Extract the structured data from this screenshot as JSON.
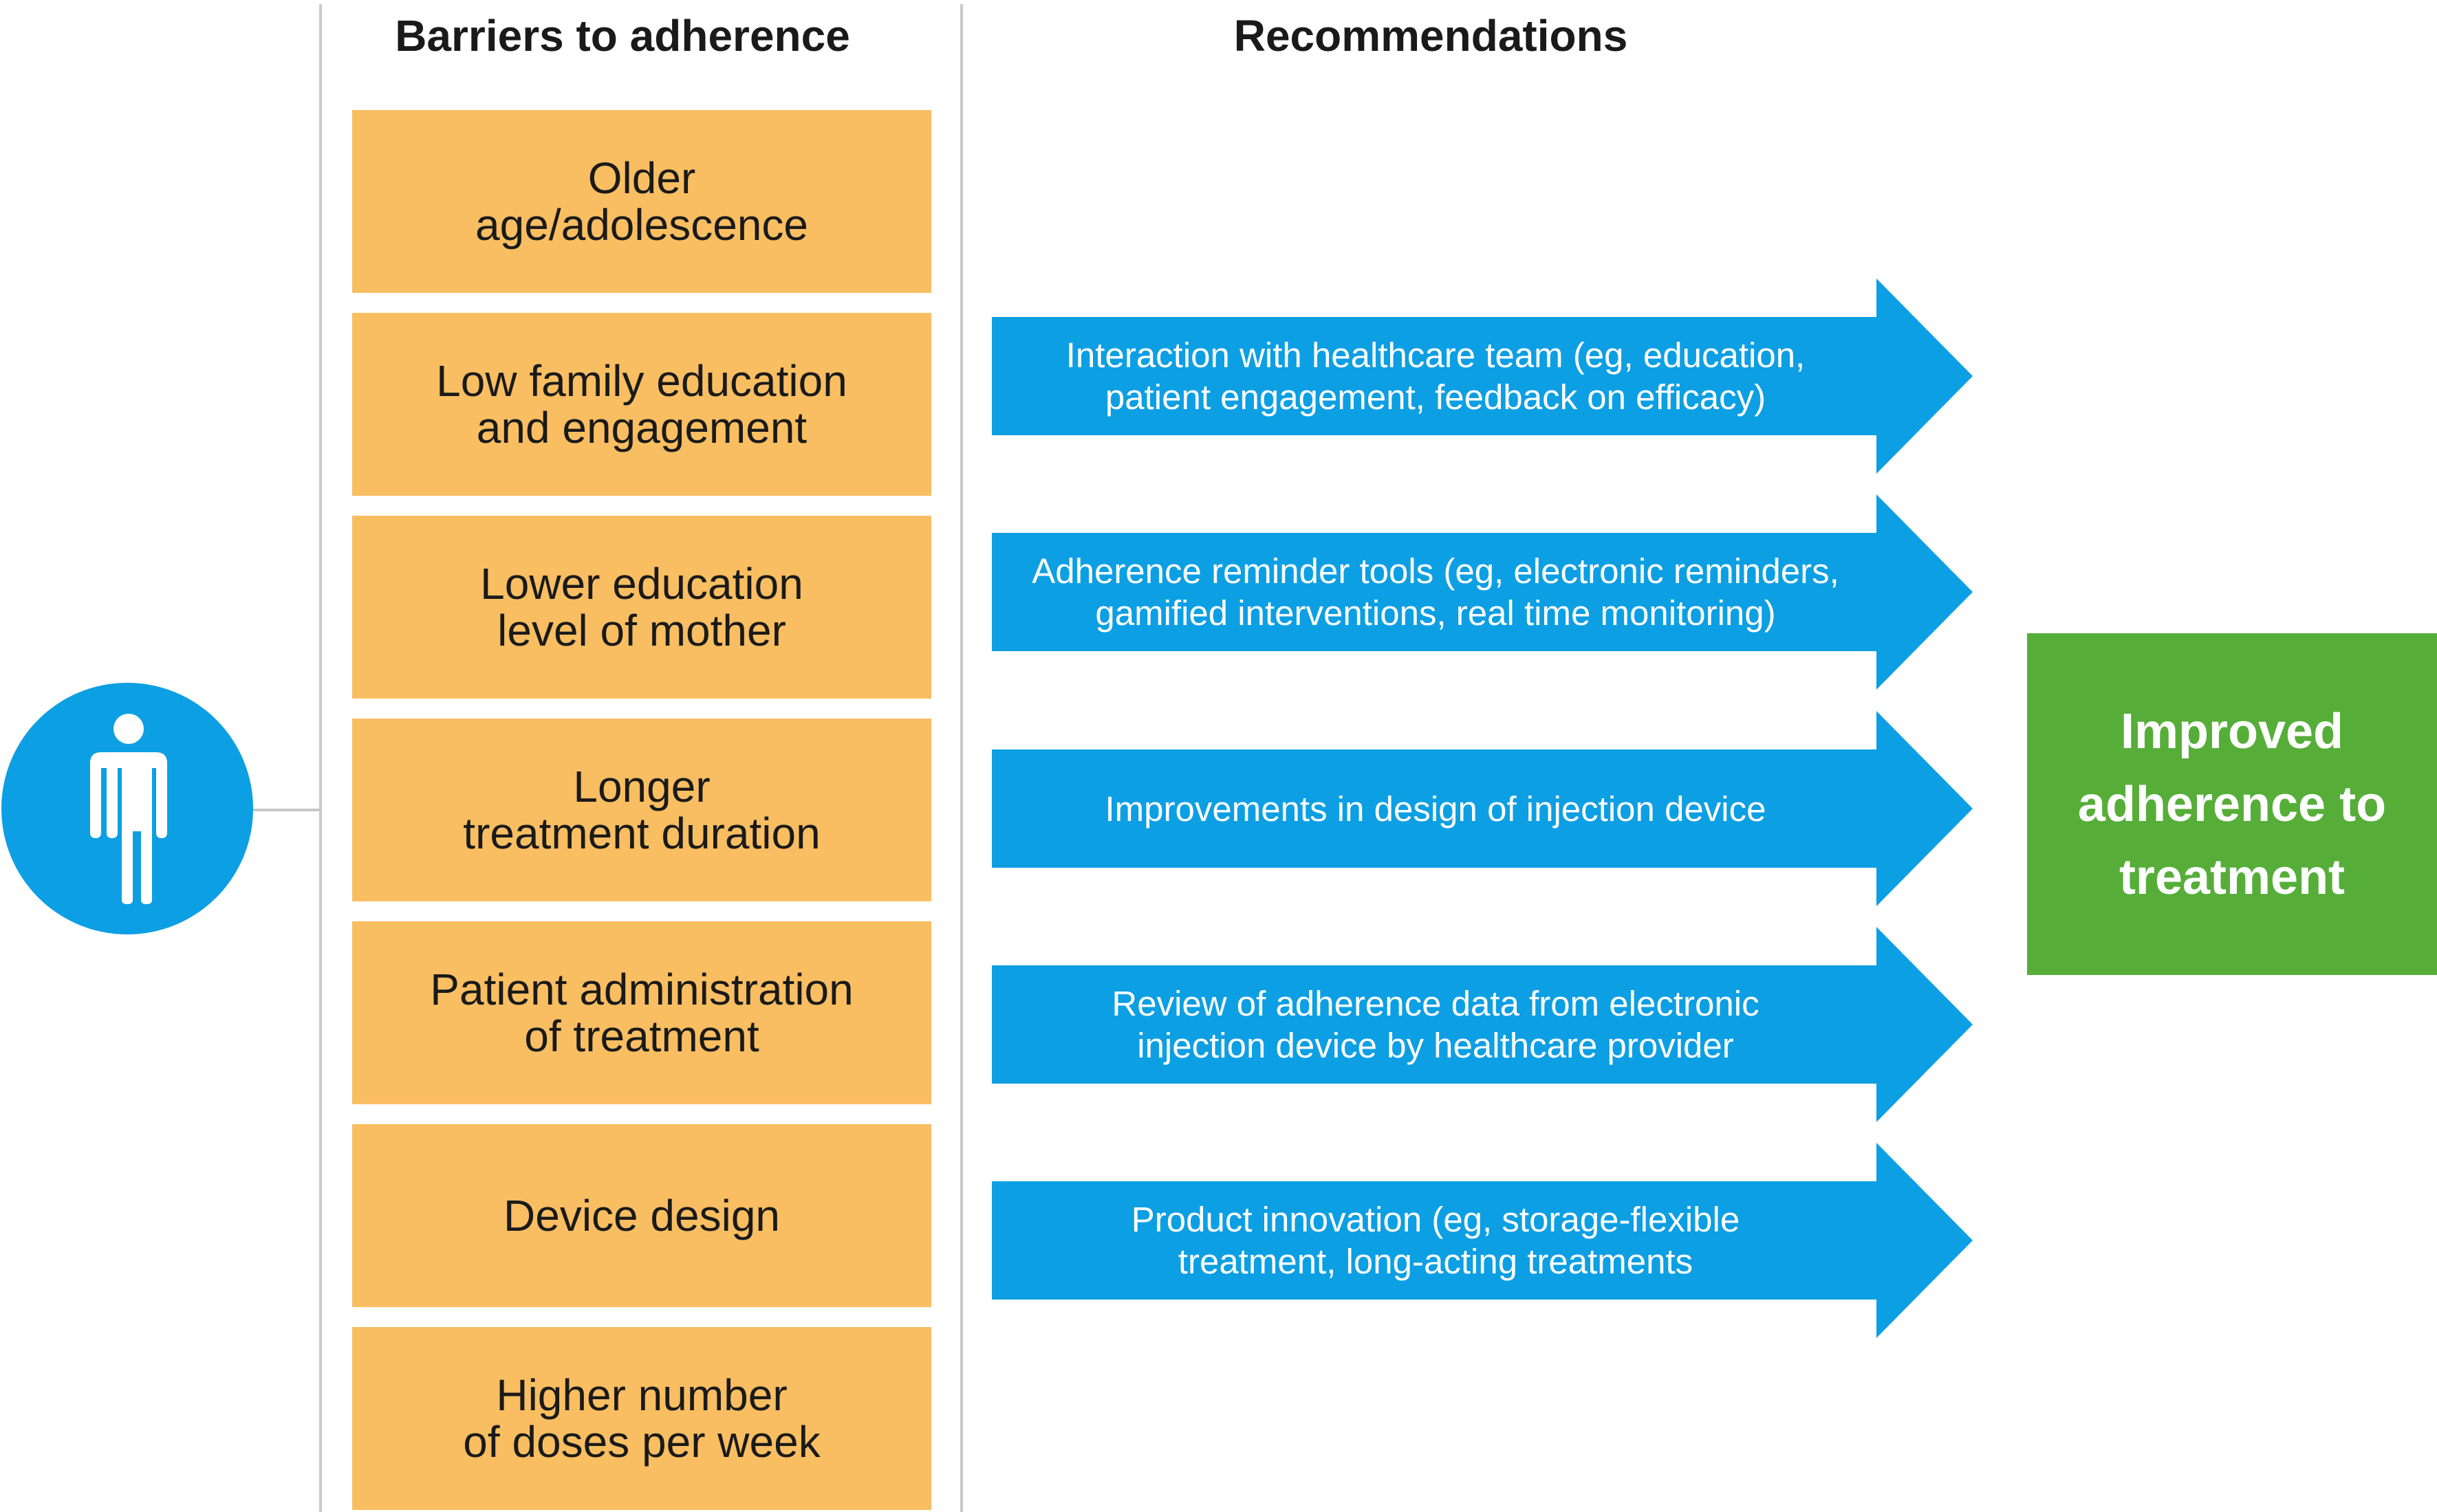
{
  "colors": {
    "barrier_fill": "#f8be61",
    "arrow_fill": "#0d9fe3",
    "outcome_fill": "#56ae39",
    "divider": "#c8c8c8"
  },
  "person": {
    "icon": "person-icon"
  },
  "headings": {
    "barriers": "Barriers to adherence",
    "recommendations": "Recommendations"
  },
  "barriers": [
    "Older\nage/adolescence",
    "Low family education\nand engagement",
    "Lower education\nlevel of mother",
    "Longer\ntreatment duration",
    "Patient administration\nof treatment",
    "Device design",
    "Higher number\nof doses per week"
  ],
  "recommendations": [
    "Interaction with healthcare team (eg, education,\npatient engagement, feedback on efficacy)",
    "Adherence reminder tools (eg, electronic reminders,\ngamified interventions, real time monitoring)",
    "Improvements in design of injection device",
    "Review of adherence data from electronic\ninjection device by healthcare provider",
    "Product innovation (eg, storage-flexible\ntreatment, long-acting treatments"
  ],
  "outcome": {
    "label": "Improved\nadherence to\ntreatment"
  }
}
